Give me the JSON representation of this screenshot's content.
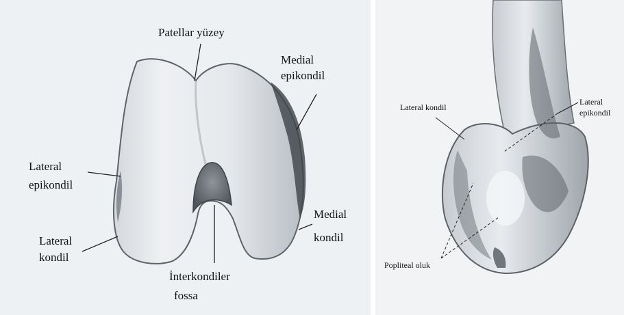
{
  "left_panel": {
    "labels": {
      "patellar_surface": "Patellar yüzey",
      "medial_epicondyle_1": "Medial",
      "medial_epicondyle_2": "epikondil",
      "lateral_epicondyle_1": "Lateral",
      "lateral_epicondyle_2": "epikondil",
      "lateral_condyle_1": "Lateral",
      "lateral_condyle_2": "kondil",
      "medial_condyle_1": "Medial",
      "medial_condyle_2": "kondil",
      "intercondylar_fossa_1": "İnterkondiler",
      "intercondylar_fossa_2": "fossa"
    }
  },
  "right_panel": {
    "labels": {
      "lateral_condyle": "Lateral kondil",
      "lateral_epicondyle_1": "Lateral",
      "lateral_epicondyle_2": "epikondil",
      "popliteal_groove": "Popliteal oluk"
    }
  }
}
